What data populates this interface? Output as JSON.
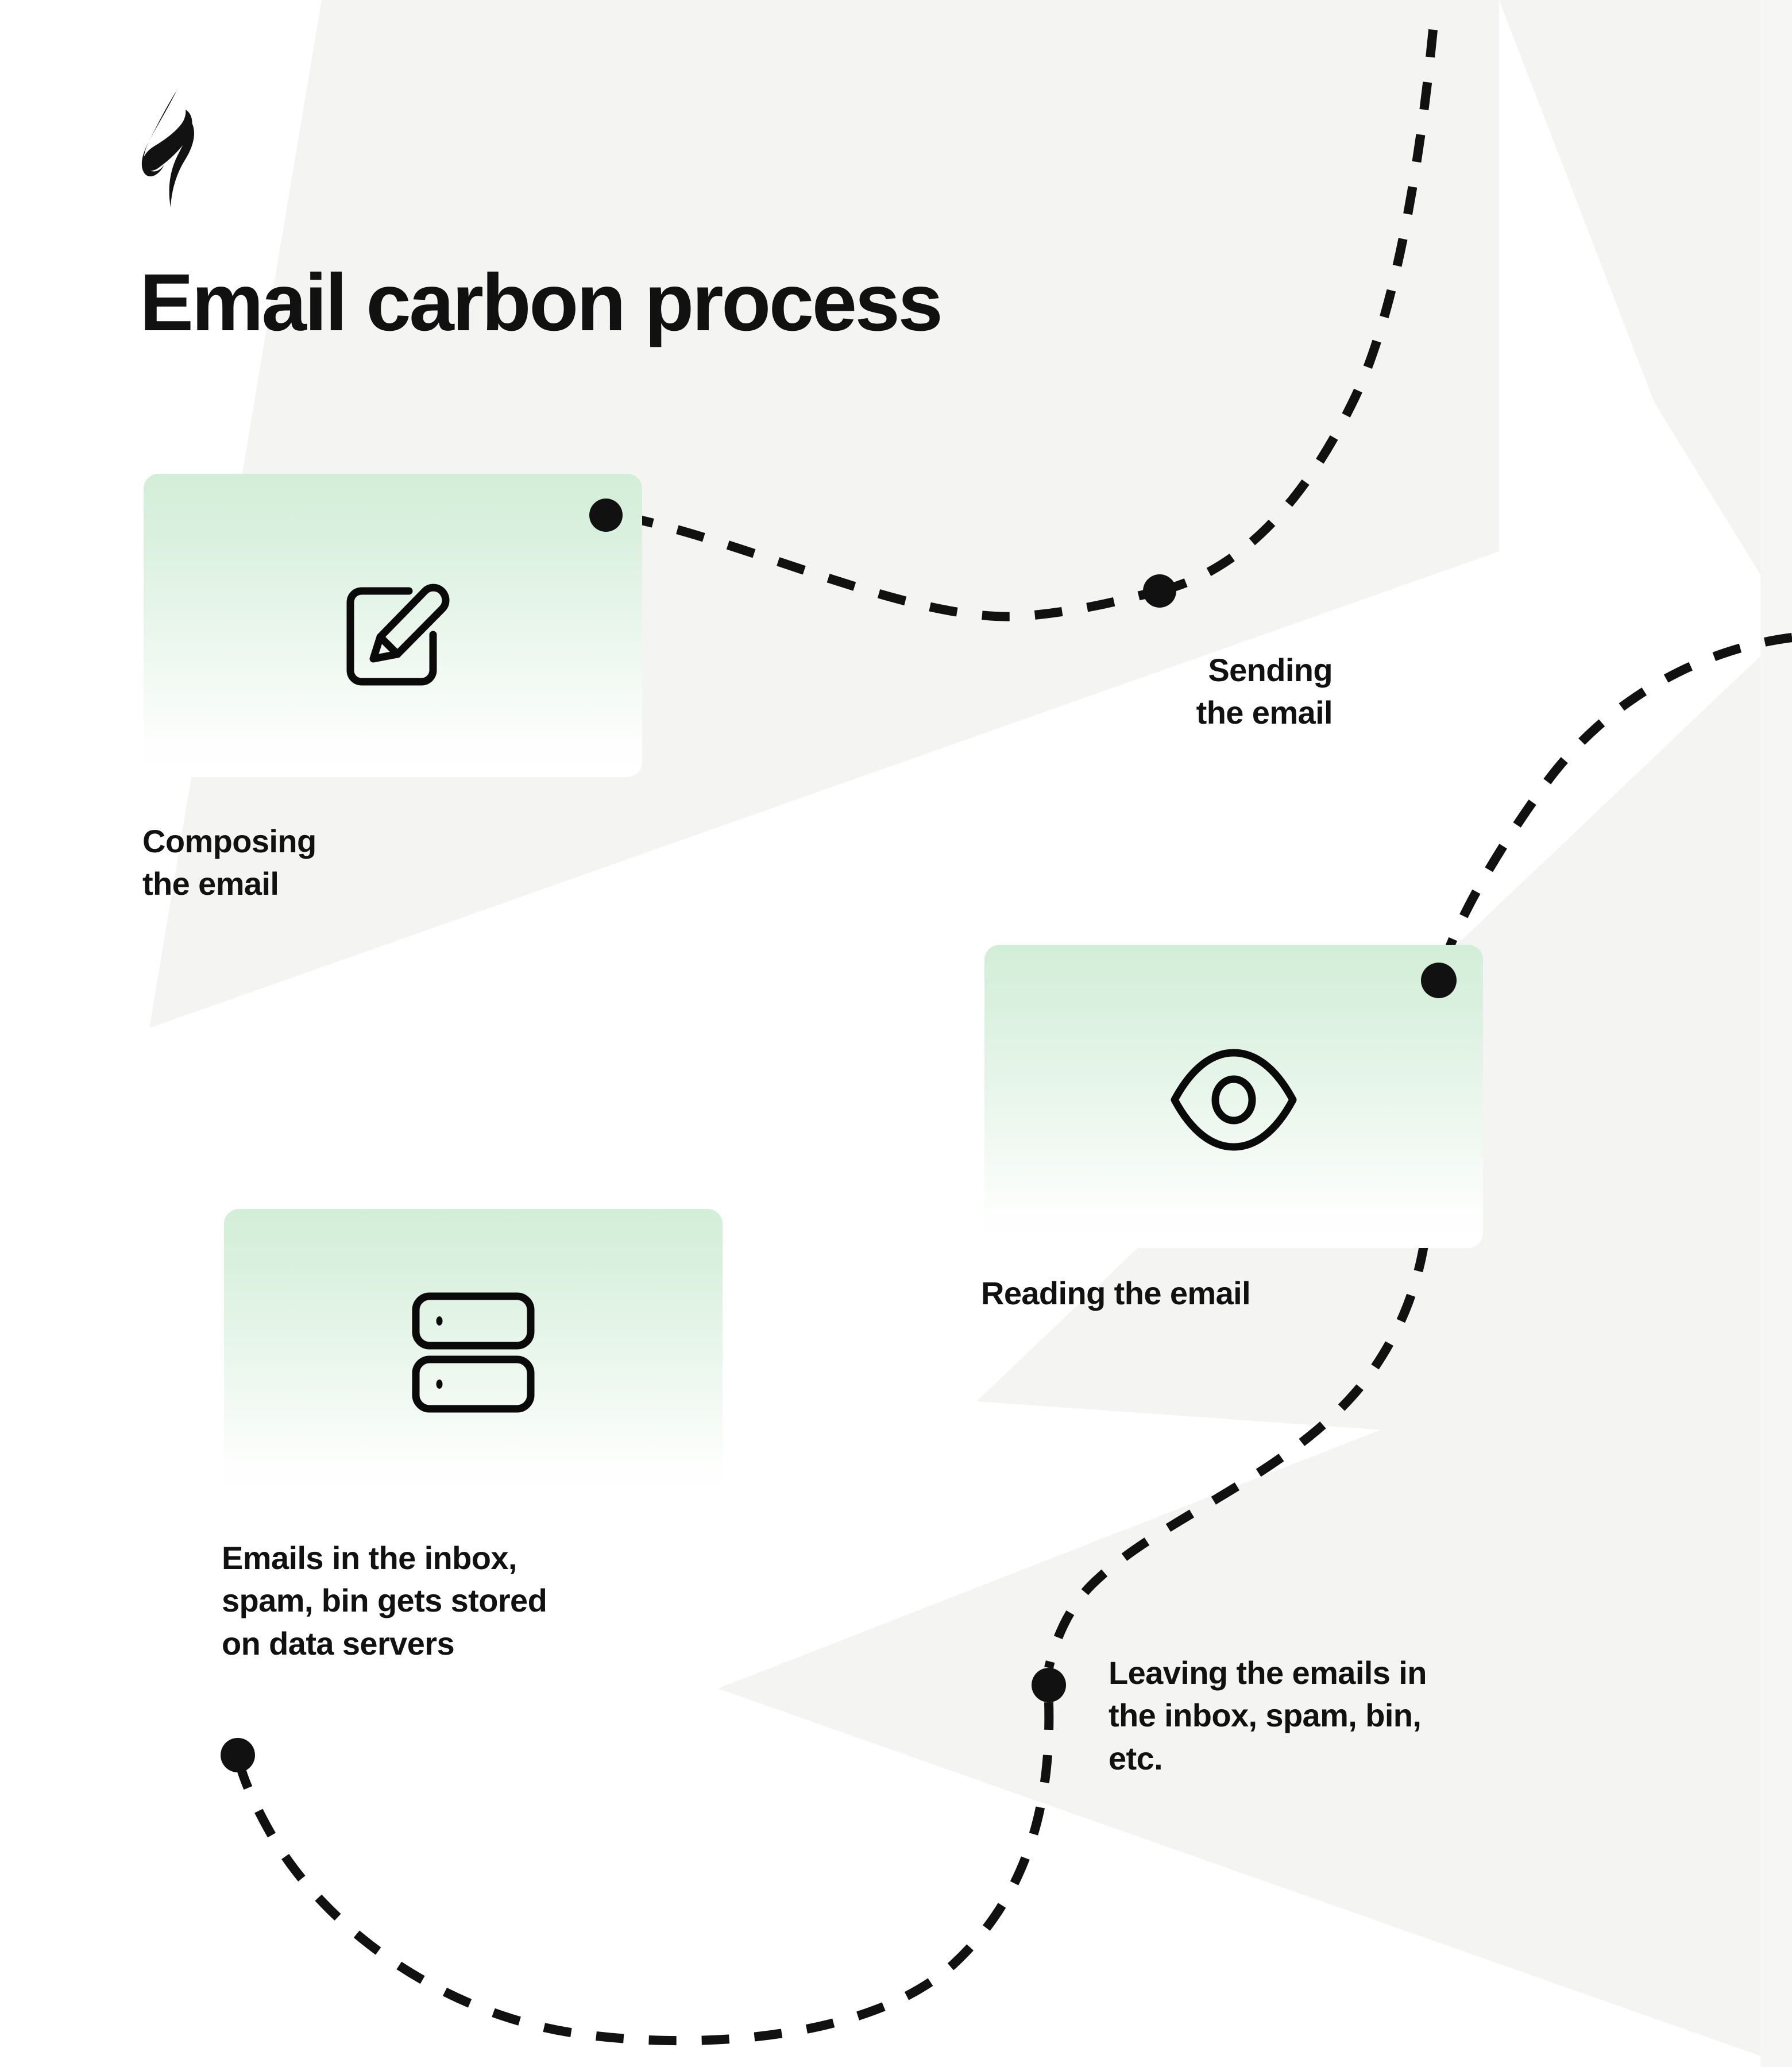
{
  "meta": {
    "title": "Email carbon process",
    "logo_icon": "flame-s-logo"
  },
  "colors": {
    "ink": "#111111",
    "page_background": "#ffffff",
    "background_shape": "#f4f4f3",
    "card_gradient_top": "#d2eed8",
    "card_gradient_bottom": "#ffffff",
    "dash_stroke": "#111111",
    "dash_stroke_behind_card": "#9aa09b"
  },
  "steps": [
    {
      "id": "composing",
      "icon": "compose-pencil-document-icon",
      "caption": "Composing\nthe email",
      "has_card": true,
      "caption_align": "left"
    },
    {
      "id": "sending",
      "icon": null,
      "caption": "Sending\nthe email",
      "has_card": false,
      "caption_align": "right"
    },
    {
      "id": "reading",
      "icon": "eye-icon",
      "caption": "Reading the email",
      "has_card": true,
      "caption_align": "left"
    },
    {
      "id": "leaving",
      "icon": null,
      "caption": "Leaving the emails in\nthe inbox, spam, bin,\netc.",
      "has_card": false,
      "caption_align": "left"
    },
    {
      "id": "storing",
      "icon": "data-server-stack-icon",
      "caption": "Emails in the inbox,\nspam, bin gets stored\non data servers",
      "has_card": true,
      "caption_align": "left"
    }
  ],
  "flow": {
    "style": "dashed",
    "node_count": 5,
    "direction": "composing → sending → reading → leaving → storing"
  }
}
